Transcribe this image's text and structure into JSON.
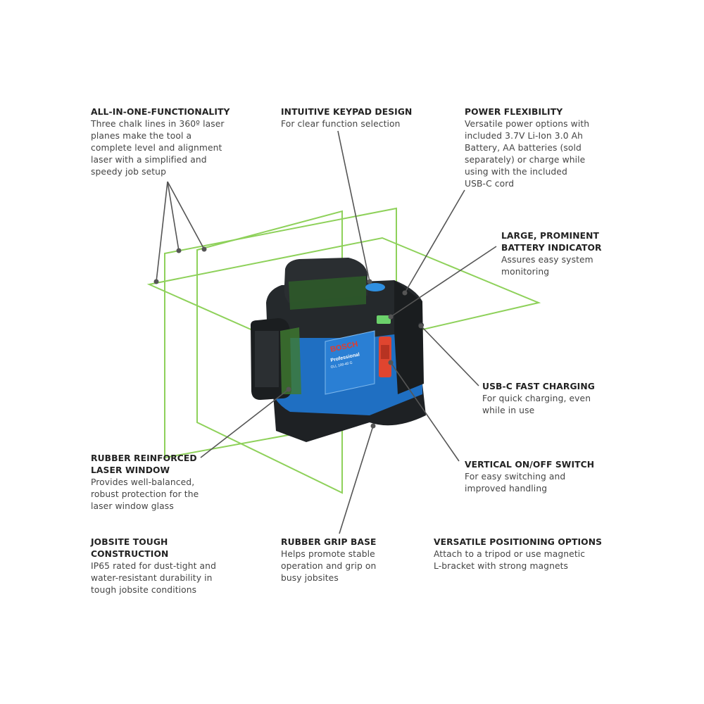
{
  "callouts": [
    {
      "id": "all-in-one",
      "title": [
        "ALL-IN-ONE-FUNCTIONALITY"
      ],
      "desc": [
        "Three chalk lines in 360º laser",
        "planes make the tool a",
        "complete level and alignment",
        "laser with a simplified and",
        "speedy job setup"
      ]
    },
    {
      "id": "keypad",
      "title": [
        "INTUITIVE KEYPAD DESIGN"
      ],
      "desc": [
        "For clear function selection"
      ]
    },
    {
      "id": "power",
      "title": [
        "POWER FLEXIBILITY"
      ],
      "desc": [
        "Versatile power options with",
        "included 3.7V Li-Ion 3.0 Ah",
        "Battery, AA batteries (sold",
        "separately) or charge while",
        "using with the included",
        "USB-C cord"
      ]
    },
    {
      "id": "battery",
      "title": [
        "LARGE, PROMINENT",
        "BATTERY INDICATOR"
      ],
      "desc": [
        "Assures easy system",
        "monitoring"
      ]
    },
    {
      "id": "usbc",
      "title": [
        "USB-C FAST CHARGING"
      ],
      "desc": [
        "For quick charging, even",
        "while in use"
      ]
    },
    {
      "id": "window",
      "title": [
        "RUBBER REINFORCED",
        "LASER WINDOW"
      ],
      "desc": [
        "Provides well-balanced,",
        "robust protection for the",
        "laser window glass"
      ]
    },
    {
      "id": "switch",
      "title": [
        "VERTICAL ON/OFF SWITCH"
      ],
      "desc": [
        "For easy switching and",
        "improved handling"
      ]
    },
    {
      "id": "jobsite",
      "title": [
        "JOBSITE TOUGH",
        "CONSTRUCTION"
      ],
      "desc": [
        "IP65 rated for dust-tight and",
        "water-resistant durability in",
        "tough jobsite conditions"
      ]
    },
    {
      "id": "grip",
      "title": [
        "RUBBER GRIP BASE"
      ],
      "desc": [
        "Helps promote stable",
        "operation and grip on",
        "busy jobsites"
      ]
    },
    {
      "id": "positioning",
      "title": [
        "VERSATILE POSITIONING OPTIONS"
      ],
      "desc": [
        "Attach to a tripod or use magnetic",
        "L-bracket with strong magnets"
      ]
    }
  ],
  "device": {
    "brand": "BOSCH",
    "line": "Professional",
    "model": "GLL 100-40 G"
  },
  "colors": {
    "laser": "#8ed15a",
    "body_blue": "#1f6fc2",
    "body_dark": "#25292c",
    "switch_red": "#e0452f",
    "leader": "#555555"
  }
}
